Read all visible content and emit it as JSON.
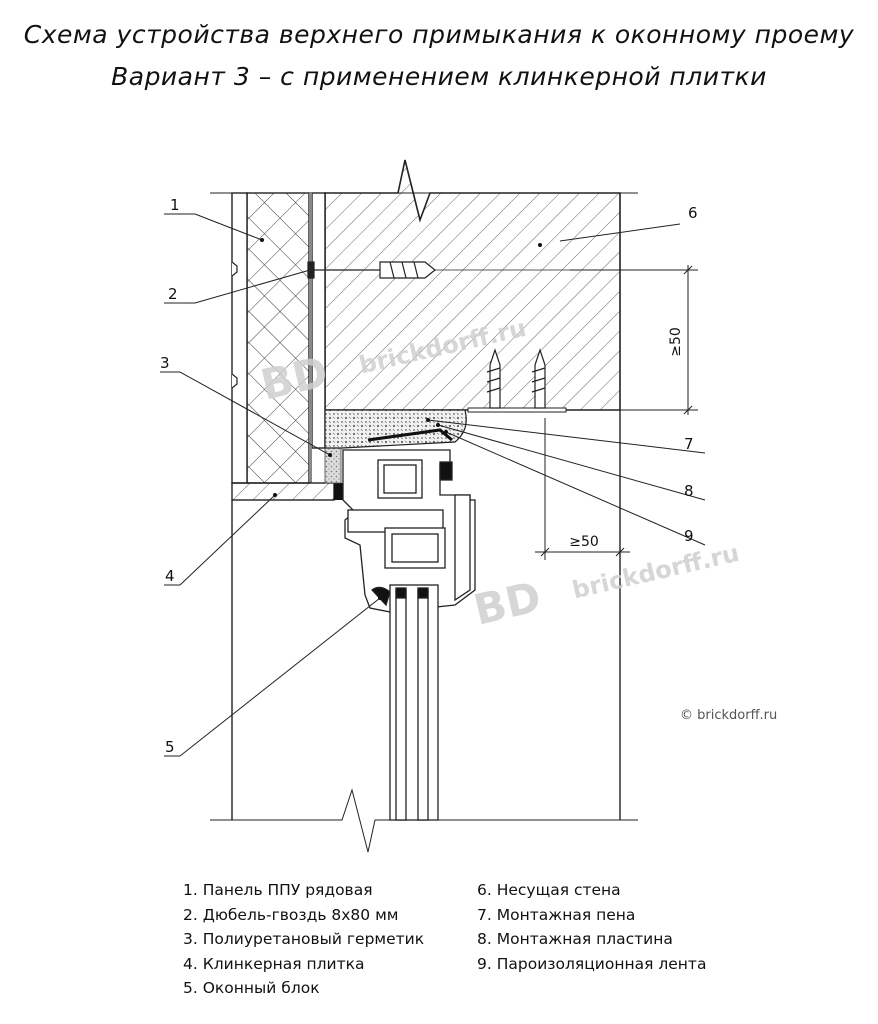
{
  "title": {
    "line1": "Схема устройства верхнего примыкания к оконному проему",
    "line2": "Вариант 3 – с применением клинкерной плитки"
  },
  "callouts": [
    "1",
    "2",
    "3",
    "4",
    "5",
    "6",
    "7",
    "8",
    "9"
  ],
  "dimensions": {
    "vertical": "≥50",
    "horizontal": "≥50"
  },
  "watermark": {
    "logo": "BD",
    "site": "brickdorff.ru"
  },
  "copyright": "© brickdorff.ru",
  "legend": {
    "left": [
      "1. Панель ППУ рядовая",
      "2. Дюбель-гвоздь 8х80 мм",
      "3. Полиуретановый герметик",
      "4. Клинкерная плитка",
      "5. Оконный блок"
    ],
    "right": [
      "6. Несущая стена",
      "7. Монтажная пена",
      "8. Монтажная пластина",
      "9. Пароизоляционная лента"
    ]
  }
}
